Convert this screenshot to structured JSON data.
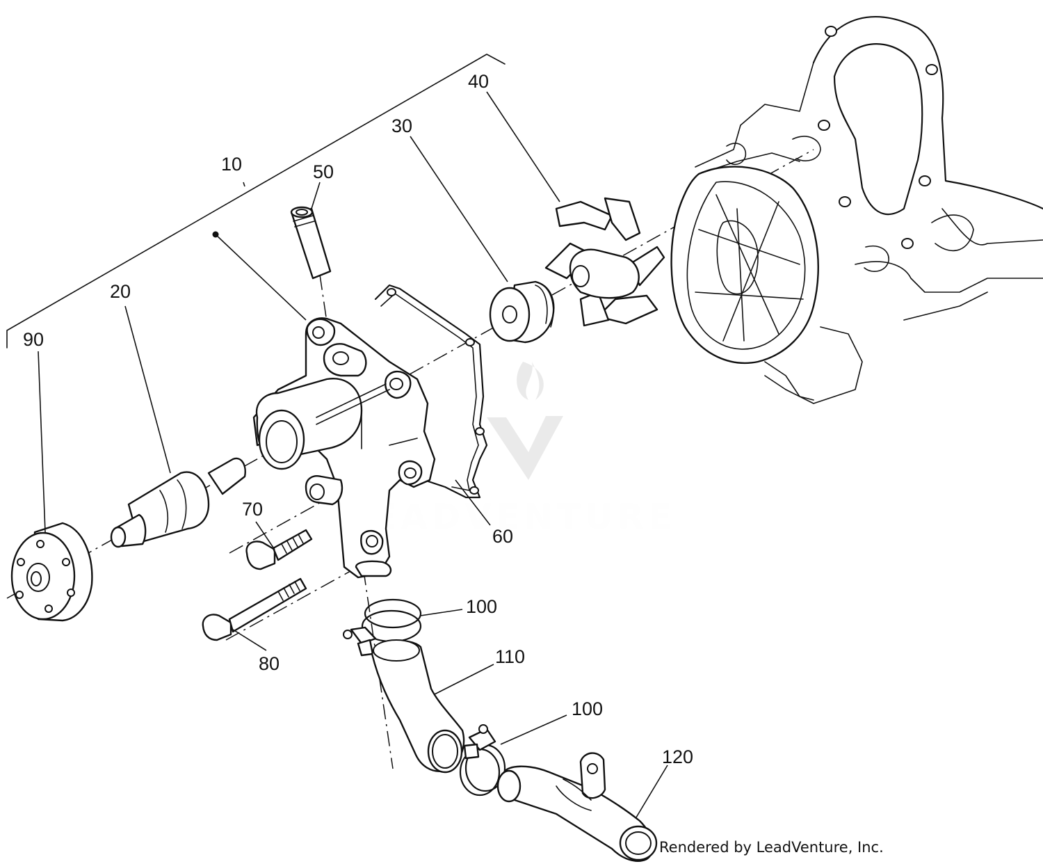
{
  "callouts": [
    {
      "id": "10",
      "label": "10"
    },
    {
      "id": "20",
      "label": "20"
    },
    {
      "id": "30",
      "label": "30"
    },
    {
      "id": "40",
      "label": "40"
    },
    {
      "id": "50",
      "label": "50"
    },
    {
      "id": "60",
      "label": "60"
    },
    {
      "id": "70",
      "label": "70"
    },
    {
      "id": "80",
      "label": "80"
    },
    {
      "id": "90",
      "label": "90"
    },
    {
      "id": "100a",
      "label": "100"
    },
    {
      "id": "110",
      "label": "110"
    },
    {
      "id": "100b",
      "label": "100"
    },
    {
      "id": "120",
      "label": "120"
    }
  ],
  "watermark": {
    "text": "LEADVENTURE"
  },
  "footer": {
    "credit": "Rendered by LeadVenture, Inc."
  }
}
